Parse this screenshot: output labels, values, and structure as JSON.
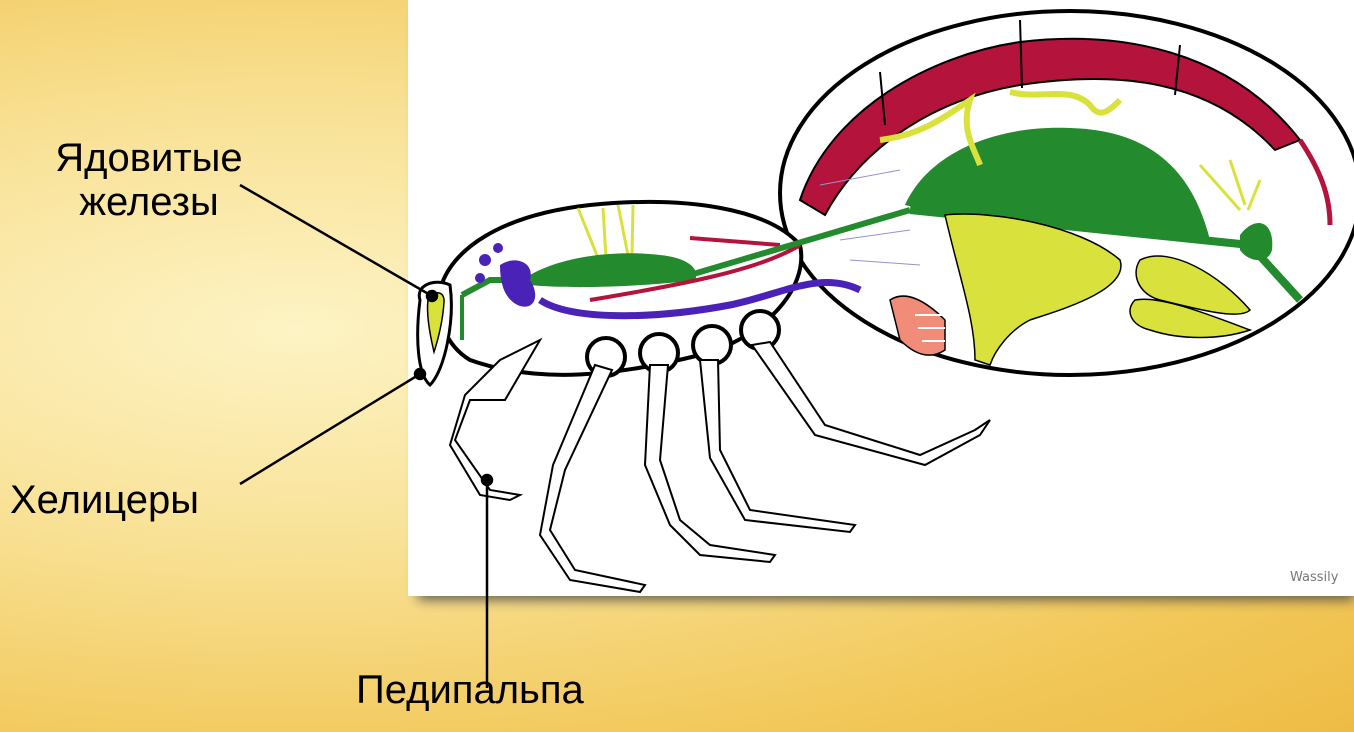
{
  "labels": {
    "venom_glands_line1": "Ядовитые",
    "venom_glands_line2": "железы",
    "chelicerae": "Хелицеры",
    "pedipalp": "Педипальпа"
  },
  "credit": "Wassily",
  "colors": {
    "heart": "#b4143c",
    "gut": "#238a2e",
    "nerve": "#4b22b8",
    "gland": "#d9e23c",
    "book_lung": "#f08c78",
    "background": "#f9e39a"
  }
}
